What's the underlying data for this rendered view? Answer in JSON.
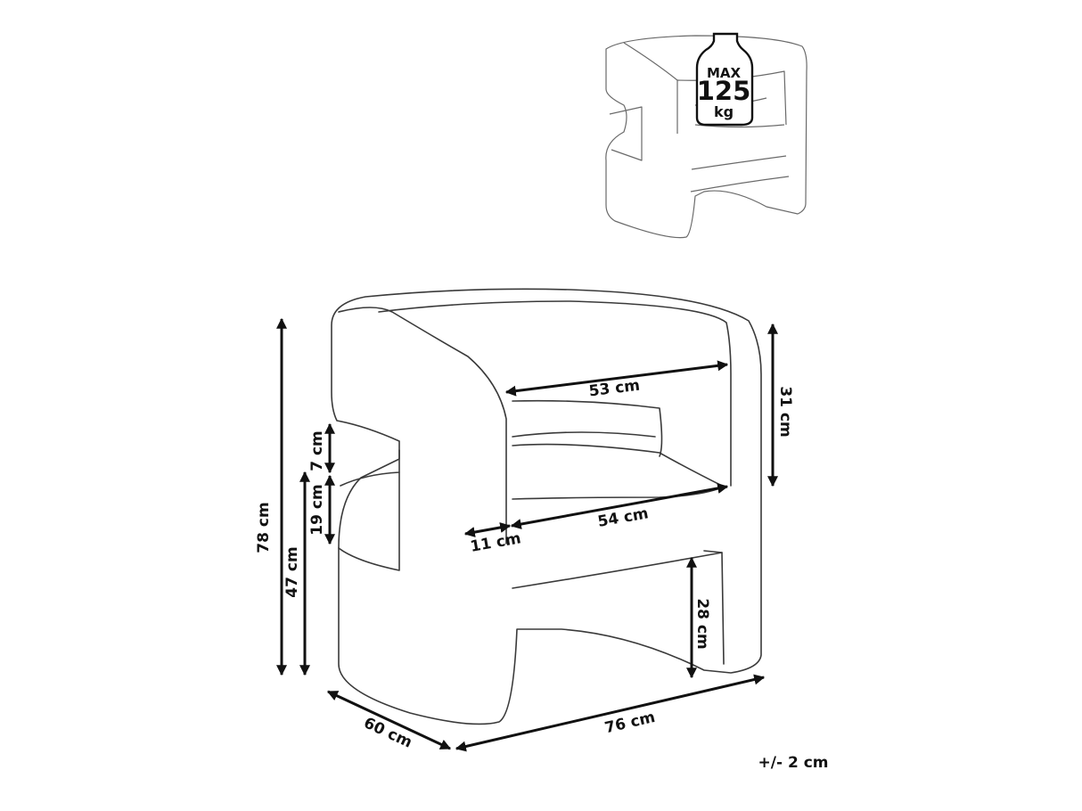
{
  "capacity_badge": {
    "line1": "MAX",
    "line2": "125",
    "line3": "kg"
  },
  "dimensions": {
    "total_height": "78 cm",
    "seat_height": "47 cm",
    "armrest_opening": "7 cm",
    "cushion_height": "19 cm",
    "inner_width_top": "53 cm",
    "seat_width": "54 cm",
    "arm_width": "11 cm",
    "backrest_height": "31 cm",
    "base_clearance": "28 cm",
    "depth": "60 cm",
    "width": "76 cm"
  },
  "tolerance": "+/- 2 cm"
}
